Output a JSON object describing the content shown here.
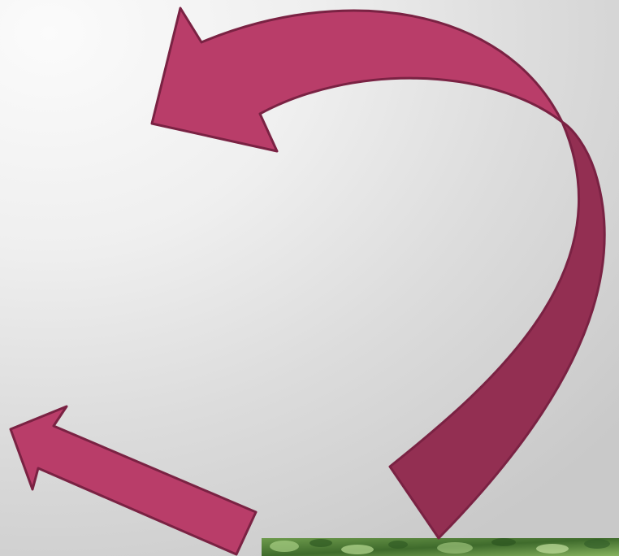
{
  "slide": {
    "background": "light-gray-radial-gradient",
    "elements": [
      {
        "name": "curved-arrow",
        "shape": "curved-arrow",
        "direction": "top-left"
      },
      {
        "name": "straight-arrow",
        "shape": "block-arrow",
        "direction": "upper-left"
      },
      {
        "name": "foliage-photo",
        "shape": "image",
        "content": "green leaves"
      }
    ]
  },
  "colors": {
    "arrow_fill": "#b93d69",
    "arrow_fill_dark": "#932f52",
    "arrow_stroke": "#7a2243",
    "photo_green": "#3f6b2c",
    "photo_light": "#9cc27a"
  }
}
